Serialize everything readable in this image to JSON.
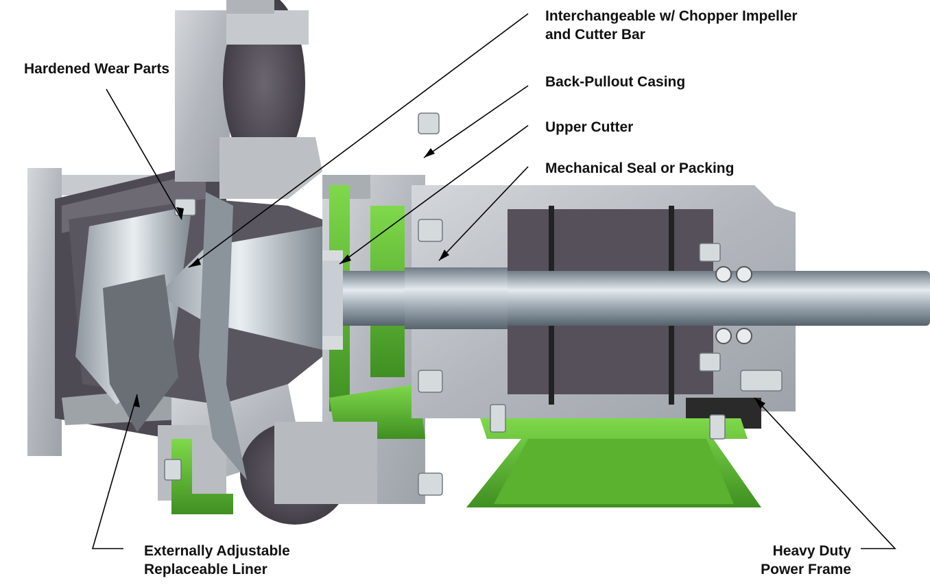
{
  "callouts": {
    "interchangeable": {
      "line1": "Interchangeable w/ Chopper Impeller",
      "line2": "and Cutter Bar"
    },
    "hardened": {
      "line1": "Hardened Wear Parts"
    },
    "back_pullout": {
      "line1": "Back-Pullout Casing"
    },
    "upper_cutter": {
      "line1": "Upper Cutter"
    },
    "mech_seal": {
      "line1": "Mechanical Seal or Packing"
    },
    "liner": {
      "line1": "Externally Adjustable",
      "line2": "Replaceable Liner"
    },
    "power_frame": {
      "line1": "Heavy Duty",
      "line2": "Power Frame"
    }
  },
  "colors": {
    "casing": "#b8bcc2",
    "casing_dark": "#8e939a",
    "cavity": "#55505a",
    "green": "#6cc73a",
    "green_dark": "#3e8a22",
    "shaft": "#9aa6b0",
    "leader": "#000000"
  }
}
